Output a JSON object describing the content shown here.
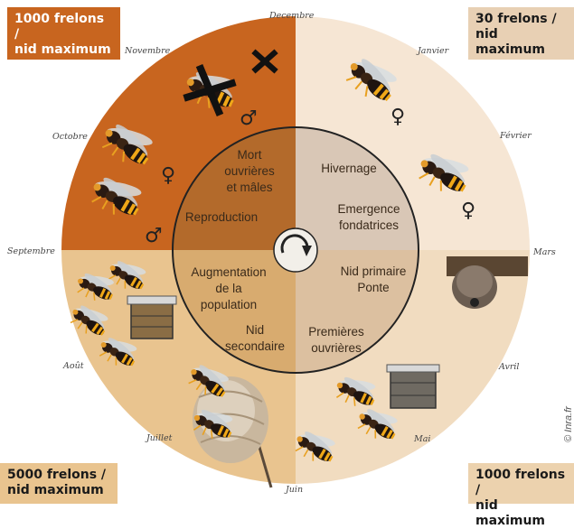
{
  "corner_labels": {
    "top_left": [
      "1000 frelons /",
      "nid maximum"
    ],
    "top_right": [
      "30 frelons /",
      "nid maximum"
    ],
    "bottom_left": [
      "5000 frelons /",
      "nid maximum"
    ],
    "bottom_right": [
      "1000 frelons /",
      "nid maximum"
    ]
  },
  "months": {
    "decembre": "Decembre",
    "janvier": "Janvier",
    "fevrier": "Février",
    "mars": "Mars",
    "avril": "Avril",
    "mai": "Mai",
    "juin": "Juin",
    "juillet": "Juillet",
    "aout": "Août",
    "septembre": "Septembre",
    "octobre": "Octobre",
    "novembre": "Novembre"
  },
  "phases": {
    "top_left": {
      "line1": "Mort",
      "line2": "ouvrières",
      "line3": "et mâles",
      "line4": "Reproduction"
    },
    "top_right": {
      "line1": "Hivernage",
      "line2": "Emergence",
      "line3": "fondatrices"
    },
    "bottom_right": {
      "line1": "Nid primaire",
      "line2": "Ponte",
      "line3": "Premières",
      "line4": "ouvrières"
    },
    "bottom_left": {
      "line1": "Augmentation",
      "line2": "de la",
      "line3": "population",
      "line4": "Nid",
      "line5": "secondaire"
    }
  },
  "symbols": {
    "female": "♀",
    "male": "♂"
  },
  "credit": "© Inra.fr",
  "colors": {
    "quadrant_top_left": "#c8651f",
    "quadrant_top_right": "#f6e6d4",
    "quadrant_bottom_left": "#e9c48f",
    "quadrant_bottom_right": "#f1dcc0",
    "inner_top_left": "#b36a2b",
    "inner_top_right": "#d9c7b6",
    "inner_bottom_left": "#d8ab6f",
    "inner_bottom_right": "#dcc0a0"
  },
  "icons": [
    "hornet-icon",
    "crossed-hornet-icon",
    "beehive-icon",
    "hornet-nest-icon",
    "cycle-arrow-icon"
  ]
}
